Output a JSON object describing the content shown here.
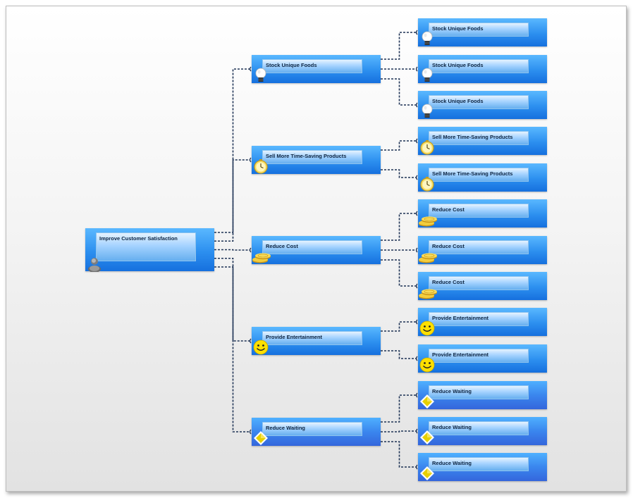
{
  "diagram": {
    "root": {
      "label": "Improve Customer Satisfaction",
      "icon": "person-icon"
    },
    "branches": [
      {
        "label": "Stock Unique Foods",
        "icon": "lightbulb-icon",
        "children": [
          "Stock Unique Foods",
          "Stock Unique Foods",
          "Stock Unique Foods"
        ]
      },
      {
        "label": "Sell More Time-Saving Products",
        "icon": "clock-icon",
        "children": [
          "Sell More Time-Saving Products",
          "Sell More Time-Saving Products"
        ]
      },
      {
        "label": "Reduce Cost",
        "icon": "coins-icon",
        "children": [
          "Reduce Cost",
          "Reduce Cost",
          "Reduce Cost"
        ]
      },
      {
        "label": "Provide Entertainment",
        "icon": "smiley-icon",
        "children": [
          "Provide Entertainment",
          "Provide Entertainment"
        ]
      },
      {
        "label": "Reduce Waiting",
        "icon": "diamond-icon",
        "children": [
          "Reduce Waiting",
          "Reduce Waiting",
          "Reduce Waiting"
        ]
      }
    ],
    "colors": {
      "node_top": "#5ab8ff",
      "node_bottom": "#1670de",
      "connector": "#1e3355"
    }
  }
}
